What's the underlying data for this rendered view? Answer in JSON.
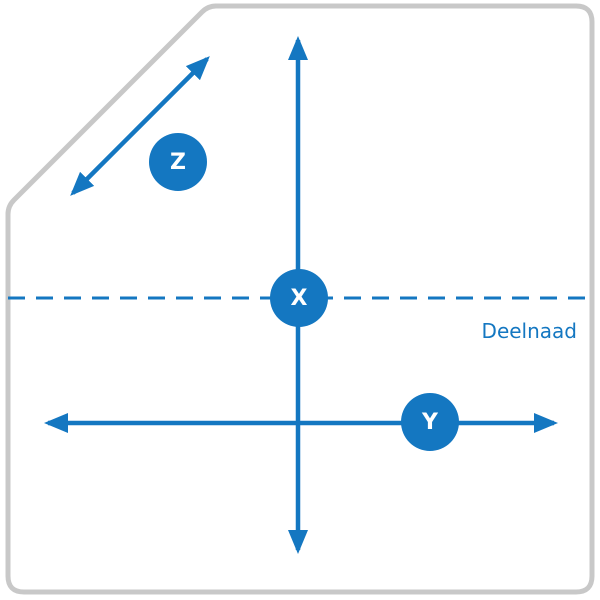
{
  "colors": {
    "accent": "#1477c1",
    "outline": "#c8c8c8",
    "background": "#ffffff",
    "badge_text": "#ffffff"
  },
  "labels": {
    "z": "Z",
    "x": "X",
    "y": "Y",
    "seam": "Deelnaad"
  },
  "icons": {
    "outline": "panel-outline-with-cut-corner",
    "arrows": "double-headed-arrow"
  }
}
